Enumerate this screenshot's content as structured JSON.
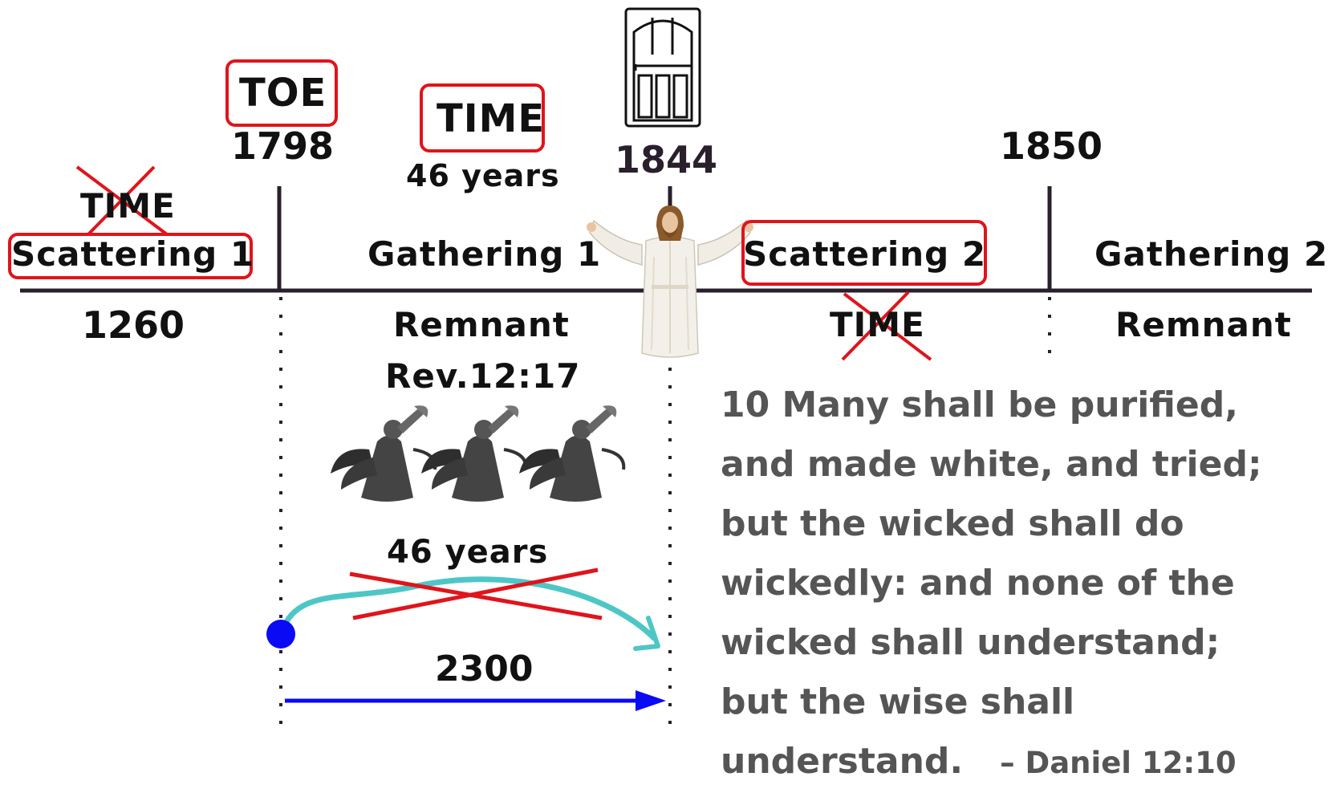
{
  "header_boxes": {
    "toe": "TOE",
    "time": "TIME"
  },
  "years": {
    "y1798": "1798",
    "y1844": "1844",
    "y1850": "1850",
    "y1260": "1260",
    "y2300": "2300"
  },
  "labels": {
    "time_crossed_1": "TIME",
    "time_crossed_2": "TIME",
    "scattering_1": "Scattering 1",
    "gathering_1": "Gathering 1",
    "scattering_2": "Scattering 2",
    "gathering_2": "Gathering 2",
    "forty_six_years_top": "46 years",
    "forty_six_years_bottom": "46 years",
    "remnant_1": "Remnant",
    "rev_ref": "Rev.12:17",
    "remnant_2": "Remnant"
  },
  "verse": {
    "text": "10  Many shall be purified, and made white, and tried; but the wicked shall do wickedly: and none of the wicked shall understand; but the wise shall understand.",
    "reference": "– Daniel 12:10"
  },
  "colors": {
    "timeline": "#2a1f2d",
    "red": "#e0141b",
    "teal": "#4fc6c6",
    "blue": "#0a0af5",
    "year1844": "#2a1f2d"
  },
  "icons": [
    "door-icon",
    "jesus-figure-icon",
    "trumpet-angel-icon"
  ]
}
